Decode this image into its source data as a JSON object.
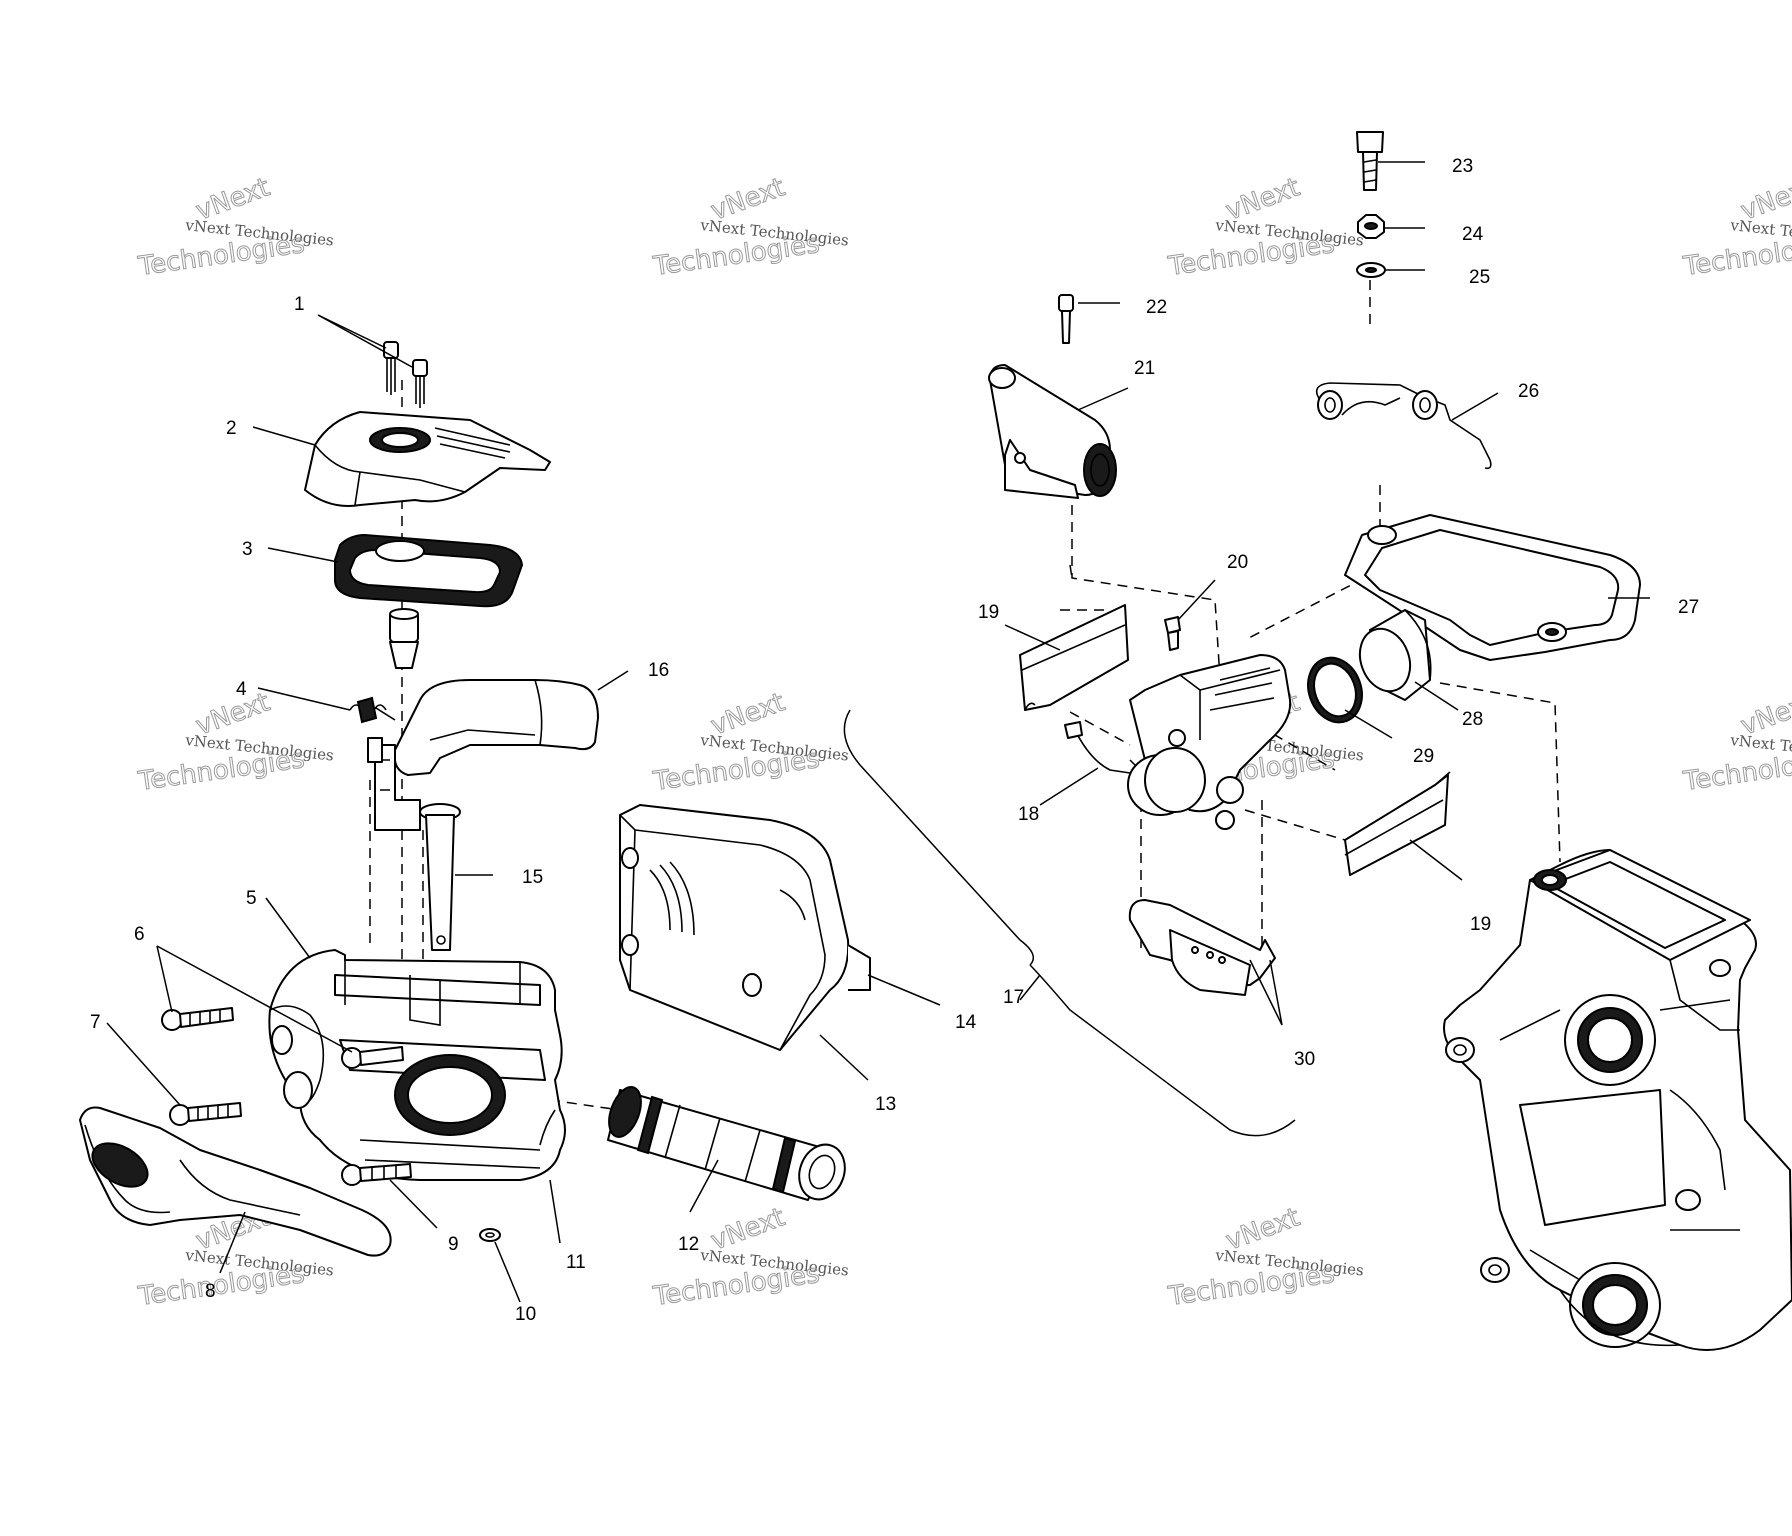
{
  "callouts": [
    {
      "id": "c1",
      "text": "1"
    },
    {
      "id": "c2",
      "text": "2"
    },
    {
      "id": "c3",
      "text": "3"
    },
    {
      "id": "c4",
      "text": "4"
    },
    {
      "id": "c5",
      "text": "5"
    },
    {
      "id": "c6",
      "text": "6"
    },
    {
      "id": "c7",
      "text": "7"
    },
    {
      "id": "c8",
      "text": "8"
    },
    {
      "id": "c9",
      "text": "9"
    },
    {
      "id": "c10",
      "text": "10"
    },
    {
      "id": "c11",
      "text": "11"
    },
    {
      "id": "c12",
      "text": "12"
    },
    {
      "id": "c13",
      "text": "13"
    },
    {
      "id": "c14",
      "text": "14"
    },
    {
      "id": "c15",
      "text": "15"
    },
    {
      "id": "c16",
      "text": "16"
    },
    {
      "id": "c17",
      "text": "17"
    },
    {
      "id": "c18",
      "text": "18"
    },
    {
      "id": "c19a",
      "text": "19"
    },
    {
      "id": "c19b",
      "text": "19"
    },
    {
      "id": "c20",
      "text": "20"
    },
    {
      "id": "c21",
      "text": "21"
    },
    {
      "id": "c22",
      "text": "22"
    },
    {
      "id": "c23",
      "text": "23"
    },
    {
      "id": "c24",
      "text": "24"
    },
    {
      "id": "c25",
      "text": "25"
    },
    {
      "id": "c26",
      "text": "26"
    },
    {
      "id": "c27",
      "text": "27"
    },
    {
      "id": "c28",
      "text": "28"
    },
    {
      "id": "c29",
      "text": "29"
    },
    {
      "id": "c30",
      "text": "30"
    }
  ],
  "watermark": {
    "line_small": "vNext Technologies",
    "line_big_1": "vNext",
    "line_big_2": "Technologies"
  }
}
